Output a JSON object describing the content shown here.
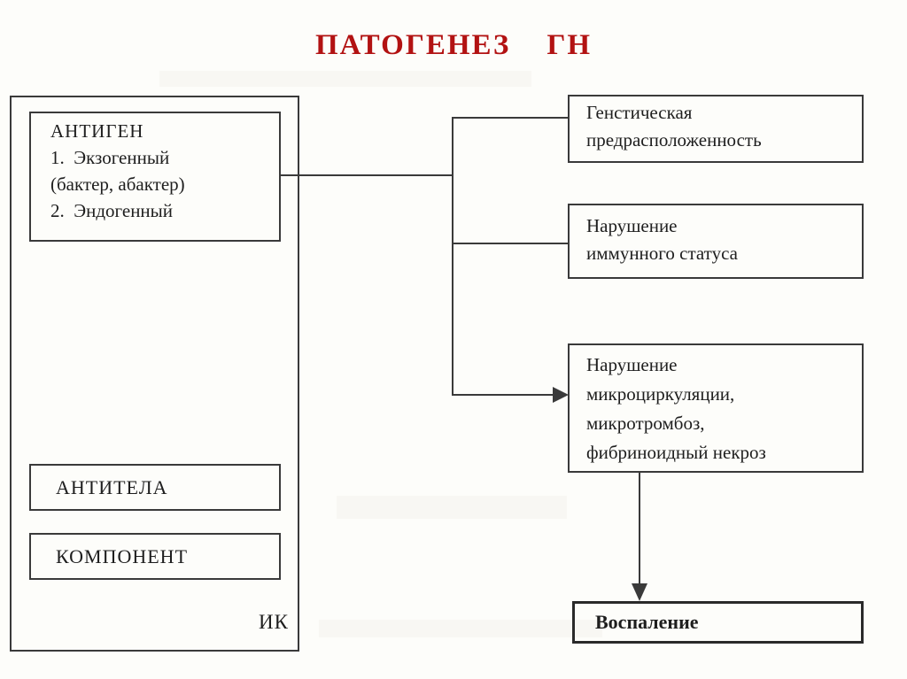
{
  "title": "ПАТОГЕНЕЗ    ГН",
  "colors": {
    "title": "#b21212",
    "ink": "#3a3a3a",
    "background": "#fdfdfa"
  },
  "left_container": {
    "label": "ИК",
    "antigen_box": {
      "heading": "АНТИГЕН",
      "lines": [
        "1.  Экзогенный",
        "(бактер, абактер)",
        "2.  Эндогенный"
      ]
    },
    "antibody_box": {
      "label": "АНТИТЕЛА"
    },
    "component_box": {
      "label": "КОМПОНЕНТ"
    }
  },
  "right_column": {
    "genetic_box": {
      "line1": "Генстическая",
      "line2": "предрасположенность"
    },
    "immune_box": {
      "line1": "Нарушение",
      "line2": "иммунного статуса"
    },
    "microcirculation_box": {
      "line1": "Нарушение",
      "line2": "микроциркуляции,",
      "line3": "микротромбоз,",
      "line4": "фибриноидный некроз"
    },
    "inflammation_box": {
      "label": "Воспаление"
    }
  },
  "connectors": {
    "antigen_to_trunk": "line",
    "trunk_to_genetic": "line",
    "trunk_to_immune": "line",
    "trunk_to_microcirculation": "arrow-right",
    "microcirculation_to_inflammation": "arrow-down"
  }
}
